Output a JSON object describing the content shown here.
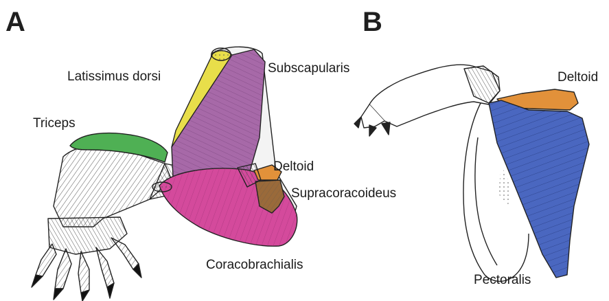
{
  "panels": {
    "a": {
      "letter": "A",
      "labels": {
        "latissimus_dorsi": "Latissimus dorsi",
        "subscapularis": "Subscapularis",
        "triceps": "Triceps",
        "deltoid": "Deltoid",
        "supracoracoideus": "Supracoracoideus",
        "coracobrachialis": "Coracobrachialis"
      }
    },
    "b": {
      "letter": "B",
      "labels": {
        "deltoid": "Deltoid",
        "pectoralis": "Pectoralis"
      }
    }
  },
  "colors": {
    "latissimus_dorsi": "#e8de4a",
    "subscapularis": "#a769a8",
    "triceps": "#4fb054",
    "coracobrachialis": "#d44a9c",
    "deltoid": "#e2913a",
    "supracoracoideus": "#9a6a3a",
    "pectoralis": "#4a67c0",
    "bone": "#f4f4f4",
    "line": "#222222"
  }
}
